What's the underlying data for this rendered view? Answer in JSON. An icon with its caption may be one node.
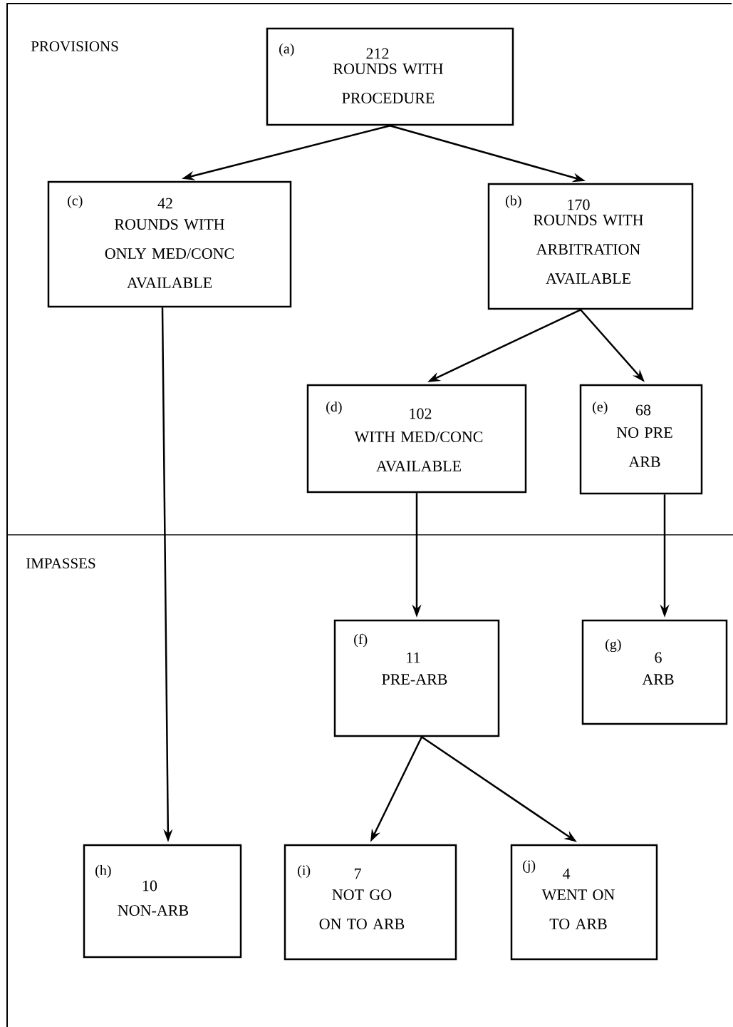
{
  "diagram": {
    "nodes": [
      {
        "text": [
          "(a)",
          "212",
          "ROUNDS WITH PROCEDURE"
        ]
      },
      {
        "text": [
          "(c)",
          "42",
          "ROUNDS WITH ONLY MED/CONC AVAILABLE"
        ]
      },
      {
        "text": [
          "(b)",
          "170",
          "ROUNDS WITH ARBITRATION AVAILABLE"
        ]
      },
      {
        "text": [
          "(d)",
          "102",
          "WITH MED/CONC AVAILABLE"
        ]
      },
      {
        "text": [
          "(e)",
          "68",
          "NO PRE ARB"
        ]
      },
      {
        "text": [
          "(f)",
          "11",
          "PRE-ARB"
        ]
      },
      {
        "text": [
          "(g)",
          "6",
          "ARB"
        ]
      },
      {
        "text": [
          "(h)",
          "10",
          "NON-ARB"
        ]
      },
      {
        "text": [
          "(i)",
          "7",
          "NOT GO ON TO ARB"
        ]
      },
      {
        "text": [
          "(j)",
          "4",
          "WENT ON TO ARB"
        ]
      }
    ],
    "edges": [
      {
        "from": 0,
        "to": 1,
        "arrow": "to"
      },
      {
        "from": 0,
        "to": 2,
        "arrow": "to"
      },
      {
        "from": 2,
        "to": 3,
        "arrow": "to"
      },
      {
        "from": 2,
        "to": 4,
        "arrow": "to"
      },
      {
        "from": 1,
        "to": 7,
        "arrow": "to"
      },
      {
        "from": 3,
        "to": 5,
        "arrow": "to"
      },
      {
        "from": 4,
        "to": 6,
        "arrow": "to"
      },
      {
        "from": 5,
        "to": 8,
        "arrow": "to"
      },
      {
        "from": 5,
        "to": 9,
        "arrow": "to"
      }
    ],
    "labels": [
      "PROVISIONS",
      "IMPASSES"
    ]
  }
}
